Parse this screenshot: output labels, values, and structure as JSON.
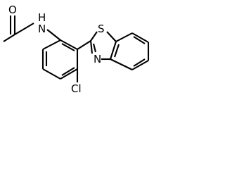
{
  "molecule": {
    "atoms": {
      "acetamide_nitrogen": "N",
      "acetamide_hydrogen": "H",
      "carbonyl_oxygen": "O",
      "thiazole_sulfur": "S",
      "thiazole_nitrogen": "N",
      "chlorine": "Cl"
    }
  },
  "colors": {
    "bond": "#000000",
    "label": "#000000",
    "background": "#ffffff"
  }
}
